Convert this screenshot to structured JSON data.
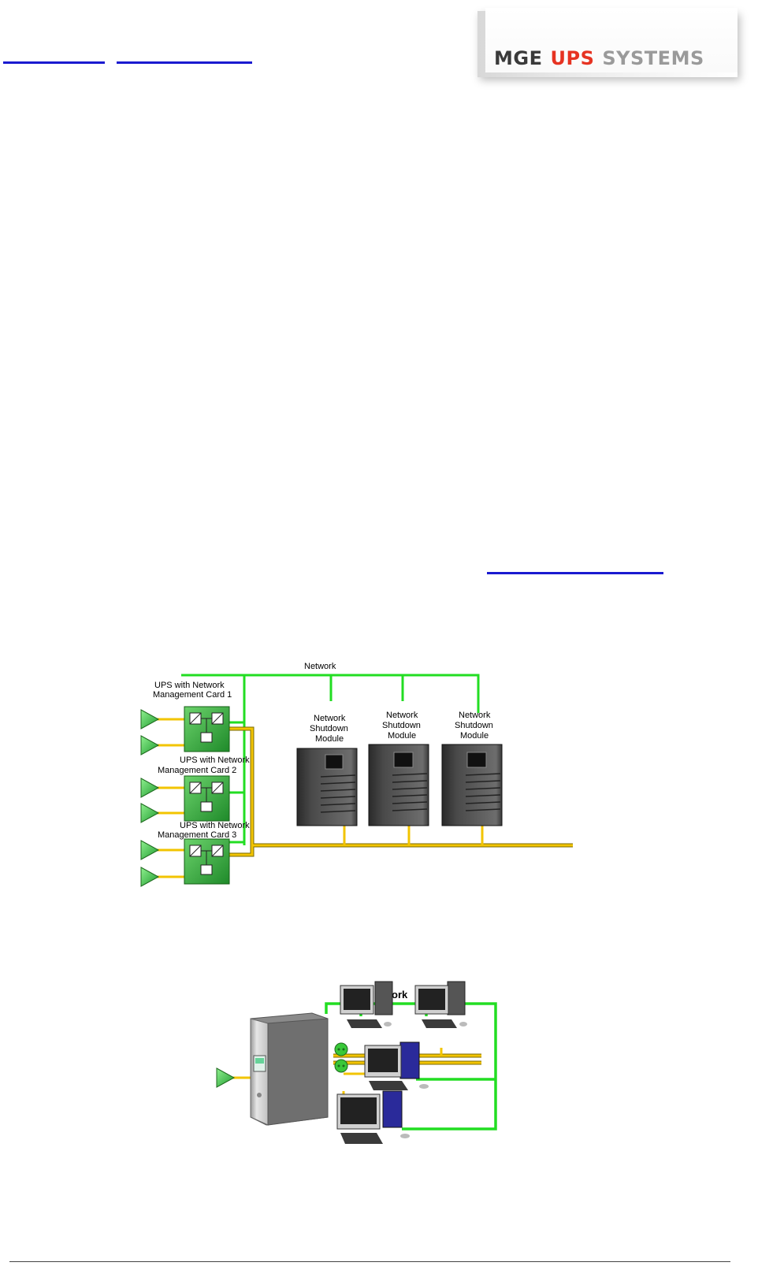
{
  "logo": {
    "word1": "MGE",
    "word2": "UPS",
    "word3": "SYSTEMS",
    "red": "#e63322",
    "dark": "#3a3a3a",
    "grey": "#9a9a9a"
  },
  "colors": {
    "network_line": "#22dd22",
    "power_line": "#f2c400",
    "link": "#1a1ad0",
    "card_green": "#3aa83a"
  },
  "diagram1": {
    "network_label": "Network",
    "ups_cards": [
      {
        "label_line1": "UPS with Network",
        "label_line2": "Management Card 1"
      },
      {
        "label_line1": "UPS with Network",
        "label_line2": "Management Card 2"
      },
      {
        "label_line1": "UPS with Network",
        "label_line2": "Management Card 3"
      }
    ],
    "servers": [
      {
        "label_line1": "Network",
        "label_line2": "Shutdown",
        "label_line3": "Module"
      },
      {
        "label_line1": "Network",
        "label_line2": "Shutdown",
        "label_line3": "Module"
      },
      {
        "label_line1": "Network",
        "label_line2": "Shutdown",
        "label_line3": "Module"
      }
    ]
  },
  "diagram2": {
    "network_label": "Network"
  }
}
